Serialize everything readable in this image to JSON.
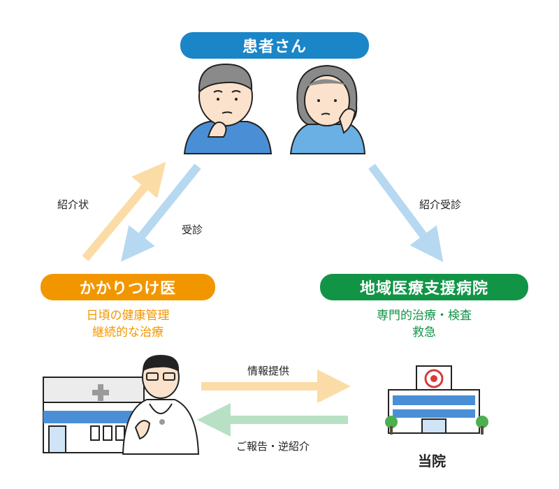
{
  "colors": {
    "patient": "#1a86c8",
    "kakari": "#f29600",
    "hospital": "#129447",
    "arrow_orange": "#fbdca6",
    "arrow_blue": "#b6d9f1",
    "arrow_green": "#b8e0c4",
    "skin": "#fbe2cc",
    "outline": "#222222"
  },
  "patient": {
    "label": "患者さん"
  },
  "kakaritsuke": {
    "label": "かかりつけ医",
    "roles": [
      "日頃の健康管理",
      "継続的な治療"
    ]
  },
  "hospital": {
    "label": "地域医療支援病院",
    "roles": [
      "専門的治療・検査",
      "救急"
    ],
    "name": "当院"
  },
  "arrows": {
    "referral_letter": "紹介状",
    "visit": "受診",
    "referral_visit": "紹介受診",
    "info": "情報提供",
    "report": "ご報告・逆紹介"
  }
}
